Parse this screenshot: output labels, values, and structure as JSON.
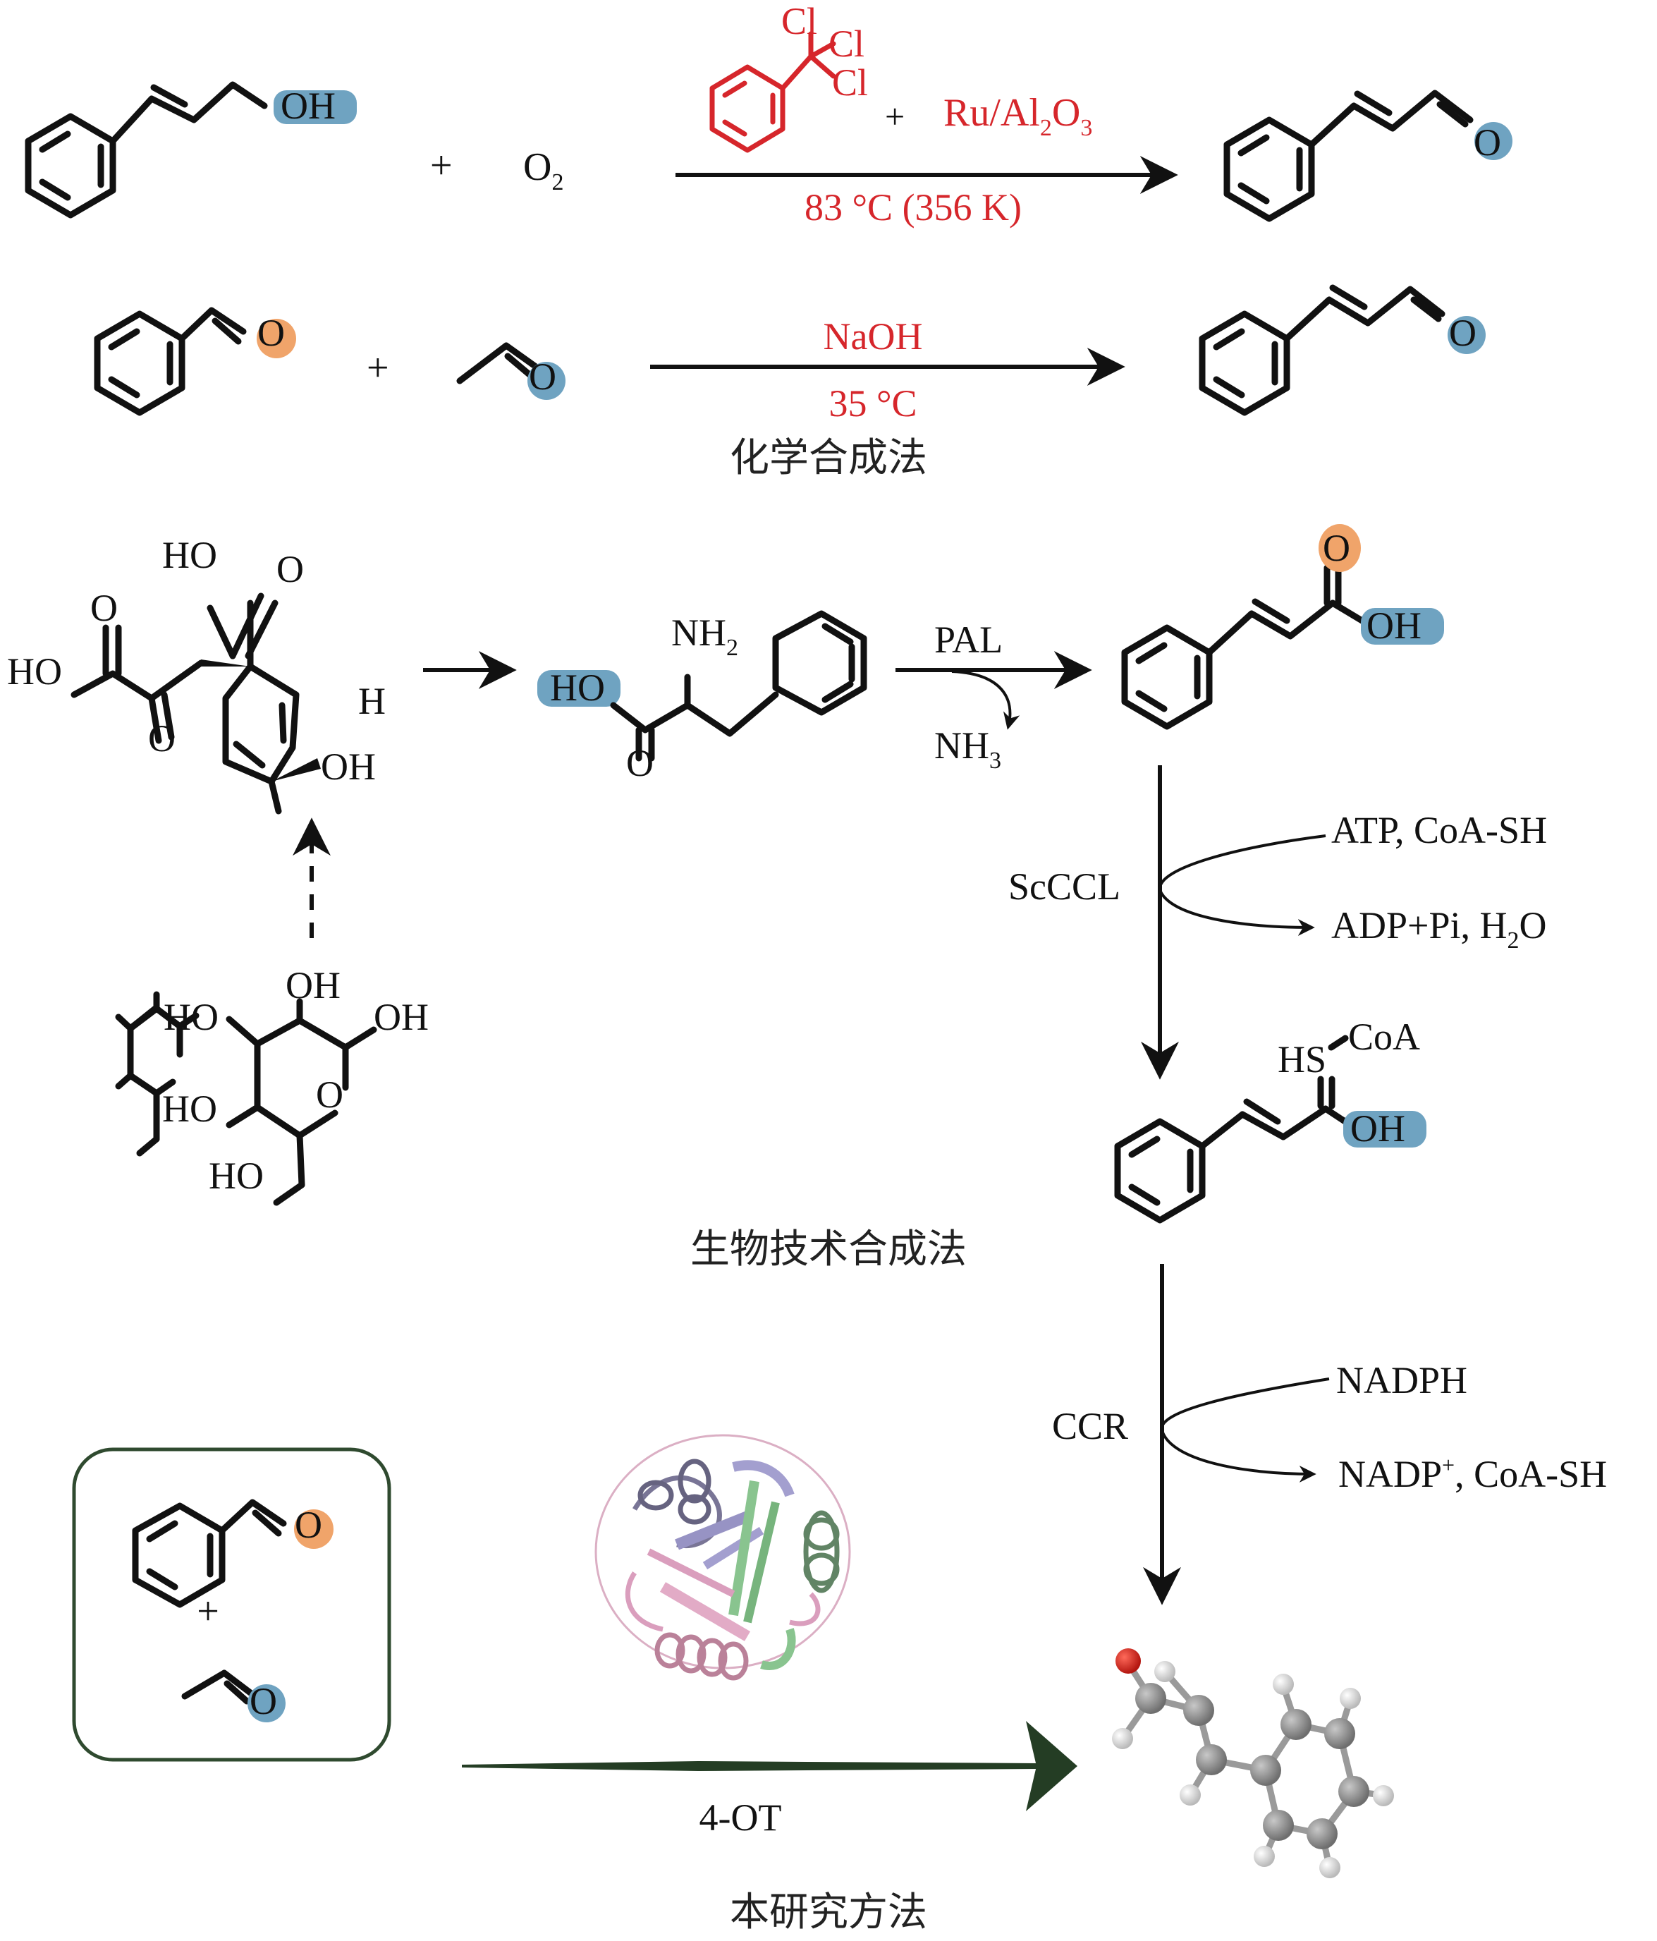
{
  "figure": {
    "type": "reaction-scheme",
    "colors": {
      "condition_text": "#d6262b",
      "highlight_blue": "#6fa3c1",
      "highlight_orange": "#f0a46a",
      "box_border": "#2f4a2f",
      "enzyme_arrow": "#243d24",
      "bond": "#111111"
    }
  },
  "chemical_synthesis": {
    "section_label": "化学合成法",
    "reaction1": {
      "reactant1_group": "OH",
      "plus": "+",
      "reactant2": "O",
      "reactant2_sub": "2",
      "catalyst_cl": [
        "Cl",
        "Cl",
        "Cl"
      ],
      "catalyst_plus": "+",
      "catalyst2_prefix": "Ru/Al",
      "catalyst2_sub1": "2",
      "catalyst2_mid": "O",
      "catalyst2_sub2": "3",
      "condition": "83 °C (356 K)",
      "product_group": "O"
    },
    "reaction2": {
      "reactant1_group": "O",
      "plus": "+",
      "reactant2_group": "O",
      "reagent": "NaOH",
      "condition": "35 °C",
      "product_group": "O"
    }
  },
  "biotech_synthesis": {
    "section_label": "生物技术合成法",
    "prephenate_labels": {
      "ho_top": "HO",
      "o_top": "O",
      "o_left": "O",
      "ho_left": "HO",
      "o_bottom": "O",
      "h": "H",
      "oh": "OH"
    },
    "glucose_labels": {
      "oh_top": "OH",
      "ho_left": "HO",
      "oh_right": "OH",
      "ring_o": "O",
      "ho_lower": "HO",
      "ho_bottom": "HO"
    },
    "phenylalanine": {
      "ho": "HO",
      "nh2": "NH",
      "nh2_sub": "2",
      "o": "O"
    },
    "step_pal": {
      "enzyme": "PAL",
      "byproduct": "NH",
      "byproduct_sub": "3"
    },
    "cinnamic_acid": {
      "o": "O",
      "oh": "OH"
    },
    "step_scccl": {
      "enzyme": "ScCCL",
      "input": "ATP, CoA-SH",
      "output_prefix": "ADP+Pi, H",
      "output_sub": "2",
      "output_suffix": "O"
    },
    "cinnamoyl_coa": {
      "hs": "HS",
      "coa": "CoA",
      "oh": "OH"
    },
    "step_ccr": {
      "enzyme": "CCR",
      "input": "NADPH",
      "output_prefix": "NADP",
      "output_sup": "+",
      "output_suffix": ", CoA-SH"
    }
  },
  "this_study": {
    "section_label": "本研究方法",
    "reactant1_group": "O",
    "plus": "+",
    "reactant2_group": "O",
    "enzyme": "4-OT",
    "product": "cinnamaldehyde 3D ball-and-stick model"
  }
}
